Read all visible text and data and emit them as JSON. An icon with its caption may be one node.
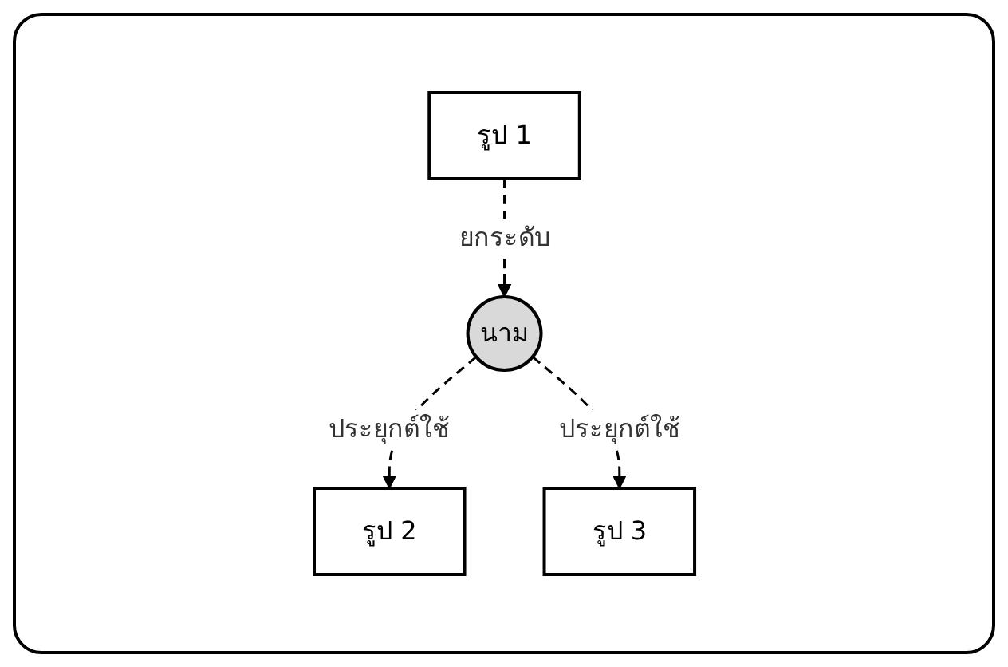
{
  "diagram": {
    "nodes": [
      {
        "text": [
          "นาม"
        ]
      },
      {
        "text": [
          "รูป 1"
        ]
      },
      {
        "text": [
          "รูป 2"
        ]
      },
      {
        "text": [
          "รูป 3"
        ]
      }
    ],
    "edges": [
      {
        "from": 1,
        "to": 0,
        "arrow": "to",
        "style": "dashed",
        "label": "ยกระดับ"
      },
      {
        "from": 0,
        "to": 2,
        "arrow": "to",
        "style": "dashed",
        "label": "ประยุกต์ใช้"
      },
      {
        "from": 0,
        "to": 3,
        "arrow": "to",
        "style": "dashed",
        "label": "ประยุกต์ใช้"
      }
    ]
  }
}
